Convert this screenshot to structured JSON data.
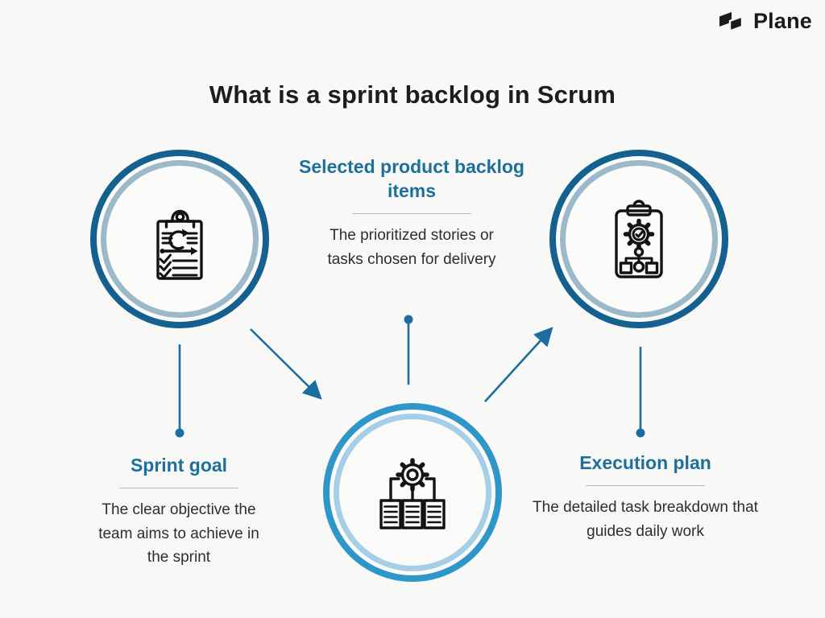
{
  "logo": {
    "brand": "Plane"
  },
  "title": "What is a sprint backlog in Scrum",
  "colors": {
    "background": "#f8f8f6",
    "title_text": "#1d1d1f",
    "body_text": "#2c2e30",
    "accent_heading": "#1d6f9c",
    "ring_dark_outer": "#14618f",
    "ring_dark_inner": "#9cb9ca",
    "ring_light_outer": "#2f96ca",
    "ring_light_inner": "#a6cfe7",
    "connector": "#1c6da0",
    "divider": "#b4bcc1",
    "icon_stroke": "#121212"
  },
  "sections": {
    "selected_backlog": {
      "heading": "Selected product backlog items",
      "body": "The prioritized stories or tasks chosen for delivery"
    },
    "sprint_goal": {
      "heading": "Sprint goal",
      "body": "The clear objective the team aims to achieve in the sprint"
    },
    "execution_plan": {
      "heading": "Execution plan",
      "body": "The detailed task breakdown that guides daily work"
    }
  },
  "icons": {
    "left_circle": "sprint-backlog-clipboard-icon",
    "right_circle": "execution-plan-clipboard-icon",
    "bottom_circle": "gear-documents-icon",
    "brand": "plane-logo-icon"
  }
}
